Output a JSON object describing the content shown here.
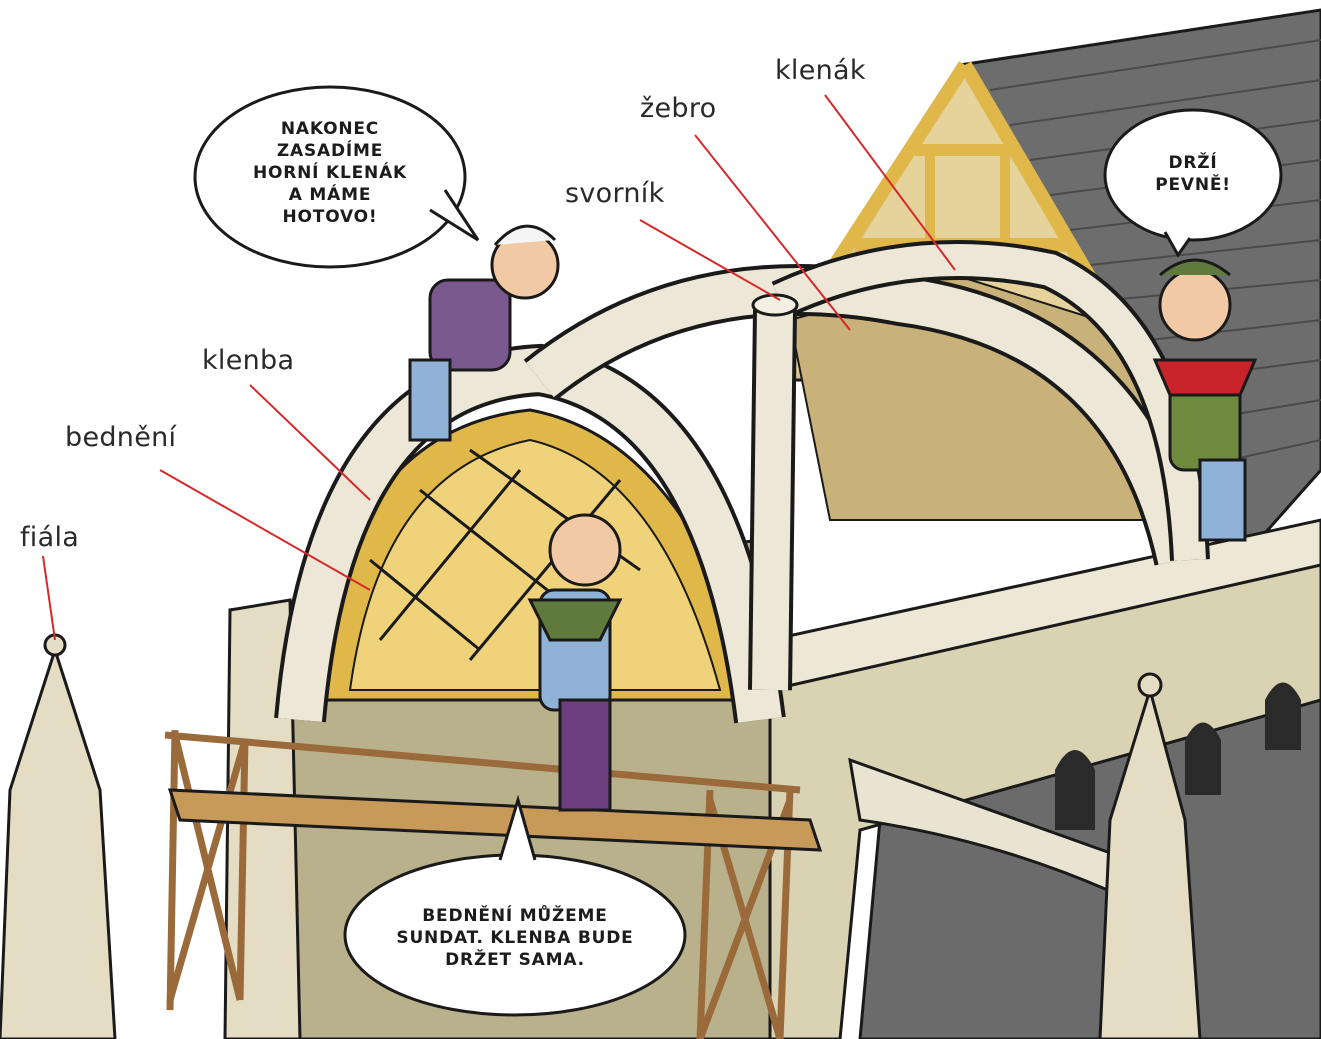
{
  "labels": {
    "fiala": "fiála",
    "bedneni": "bednění",
    "klenba": "klenba",
    "svornik": "svorník",
    "zebro": "žebro",
    "klenak": "klenák"
  },
  "bubbles": {
    "top_left": "NAKONEC\nZASADÍME\nHORNÍ KLENÁK\nA MÁME\nHOTOVO!",
    "right": "DRŽÍ\nPEVNĚ!",
    "bottom": "BEDNĚNÍ MŮŽEME\nSUNDAT. KLENBA BUDE\nDRŽET SAMA."
  },
  "colors": {
    "leader_line": "#d42a2a",
    "stone": "#e9e4d2",
    "stone_dark": "#b9b08c",
    "wood": "#e0b84a",
    "roof": "#6b6b6b",
    "scaffold": "#9a6a3a",
    "outline": "#1a1a1a"
  }
}
